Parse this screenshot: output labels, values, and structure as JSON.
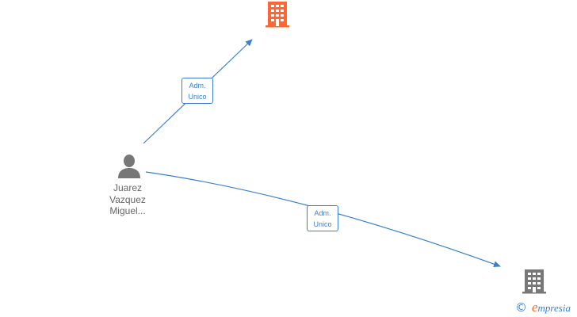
{
  "nodes": {
    "company_top": {
      "icon": "building-icon",
      "color": "#ff6633"
    },
    "company_bottom": {
      "icon": "building-icon",
      "color": "#777777"
    },
    "person": {
      "icon": "person-icon",
      "color": "#777777",
      "name_lines": [
        "Juarez",
        "Vazquez",
        "Miguel..."
      ]
    }
  },
  "edges": [
    {
      "from": "person",
      "to": "company_top",
      "label_lines": [
        "Adm.",
        "Unico"
      ]
    },
    {
      "from": "person",
      "to": "company_bottom",
      "label_lines": [
        "Adm.",
        "Unico"
      ]
    }
  ],
  "colors": {
    "edge": "#3a7fd0",
    "accent": "#f26b2a"
  },
  "watermark": {
    "symbol": "©",
    "brand_initial": "e",
    "brand_rest": "mpresia"
  }
}
